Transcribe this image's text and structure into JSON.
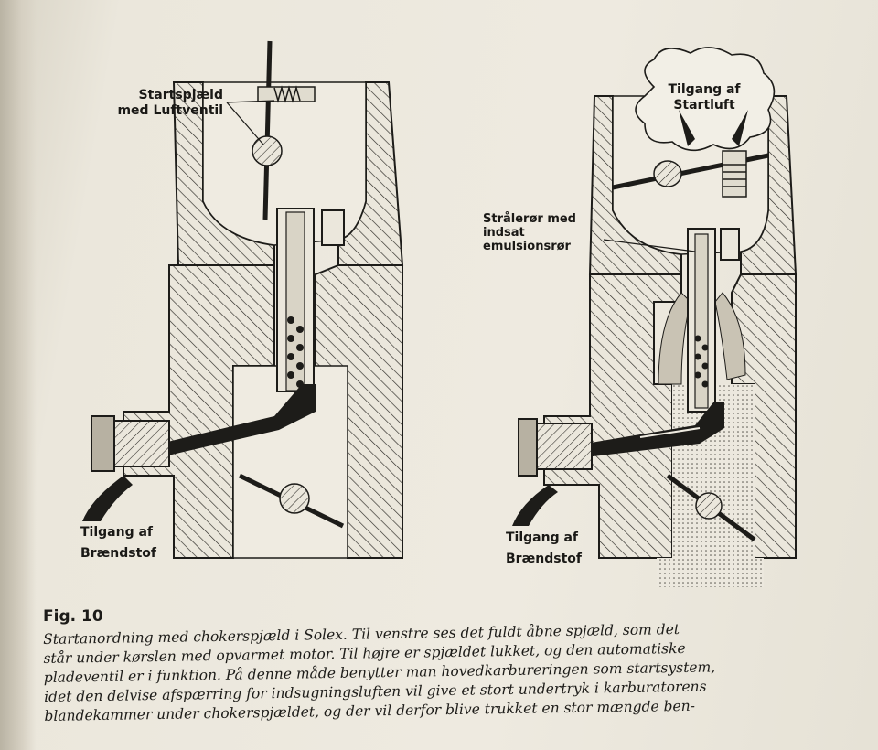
{
  "labels": {
    "left_choke": [
      "Startspjæld",
      "med Luftventil"
    ],
    "left_fuel": [
      "Tilgang af",
      "Brændstof"
    ],
    "right_air": [
      "Tilgang af",
      "Startluft"
    ],
    "right_tube": [
      "Strålerør med",
      "indsat",
      "emulsionsrør"
    ],
    "right_fuel": [
      "Tilgang af",
      "Brændstof"
    ]
  },
  "figure": {
    "number": "Fig. 10",
    "caption_lines": [
      "Startanordning med chokerspjæld i Solex. Til venstre ses det fuldt åbne spjæld, som det",
      "står under kørslen med opvarmet motor. Til højre er spjældet lukket, og den automatiske",
      "pladeventil er i funktion. På denne måde benytter man hovedkarbureringen som startsystem,",
      "idet den delvise afspærring for indsugningsluften vil give et stort undertryk i karburatorens",
      "blandekammer under chokerspjældet, og der vil derfor blive trukket en stor mængde ben-"
    ]
  }
}
